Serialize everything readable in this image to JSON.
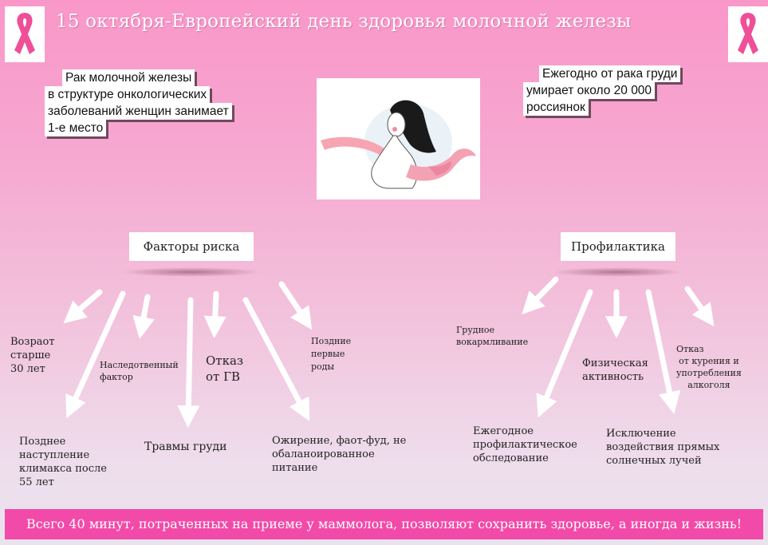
{
  "title": "15 октября-Европейский день здоровья молочной железы",
  "fact_left": [
    "Рак молочной железы",
    "в структуре онкологических",
    "заболеваний женщин занимает",
    "1-е место"
  ],
  "fact_right": [
    "Ежегодно от рака груди",
    "умирает около 20 000",
    "россиянок"
  ],
  "risk": {
    "header": "Факторы риска",
    "items": [
      [
        "Возраот",
        "старше",
        "30 лет"
      ],
      [
        "Наследотвенный",
        "фактор"
      ],
      [
        "Отказ",
        "от ГВ"
      ],
      [
        "Поздние",
        "первые",
        "роды"
      ],
      [
        "Позднее",
        "наступление",
        "климакса после",
        "55 лет"
      ],
      [
        "Травмы груди"
      ],
      [
        "Ожирение, фаот-фуд, не",
        "обаланоированное",
        "питание"
      ]
    ]
  },
  "prevention": {
    "header": "Профилактика",
    "items": [
      [
        "Грудное",
        "вокармливание"
      ],
      [
        "Физическая",
        "активность"
      ],
      [
        "Отказ",
        "от курения и",
        "употребления",
        "алкоголя"
      ],
      [
        "Ежегодное",
        "профилактическое",
        "обследование"
      ],
      [
        "Исключение",
        "воздействия прямых",
        "солнечных лучей"
      ]
    ]
  },
  "footer": "Всего 40 минут, потраченных на приеме у маммолога, позволяют сохранить здоровье, а иногда и жизнь!",
  "colors": {
    "accent": "#f24aa8",
    "ribbon": "#f25a9c",
    "background_top": "#f997c9",
    "background_bottom": "#eae3ee"
  },
  "icons": [
    "pink-ribbon-icon",
    "woman-illustration"
  ]
}
